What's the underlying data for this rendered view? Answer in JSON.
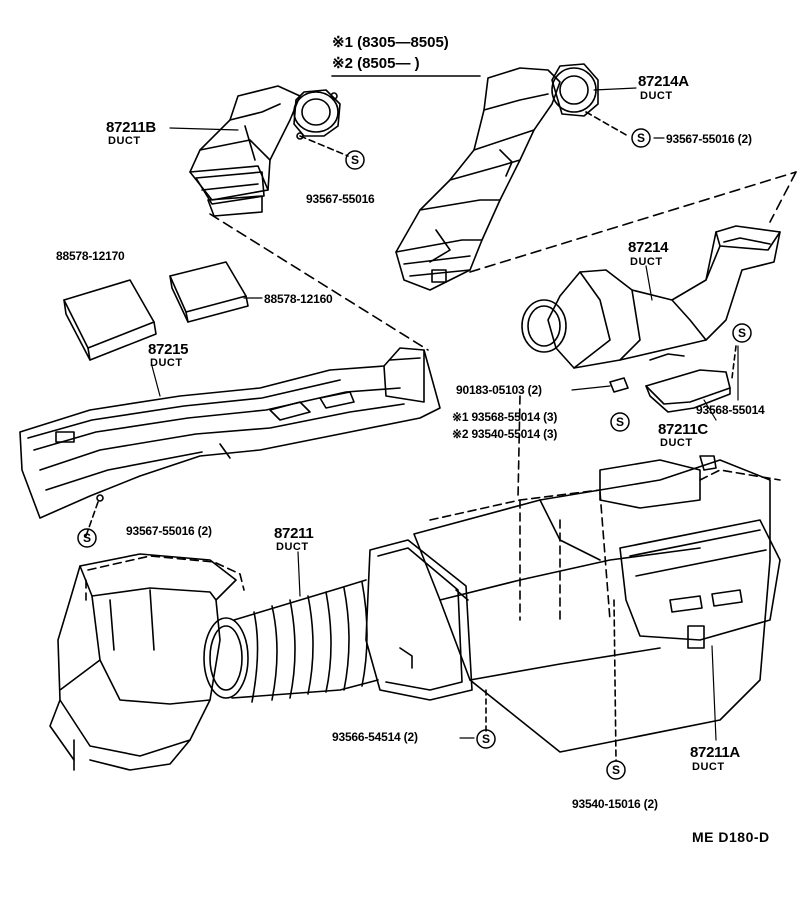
{
  "legend": {
    "line1": "※1 (8305—8505)",
    "line2": "※2 (8505—        )"
  },
  "parts": {
    "p87211B": {
      "number": "87211B",
      "name": "DUCT"
    },
    "p87214A": {
      "number": "87214A",
      "name": "DUCT"
    },
    "p87214": {
      "number": "87214",
      "name": "DUCT"
    },
    "p87215": {
      "number": "87215",
      "name": "DUCT"
    },
    "p87211": {
      "number": "87211",
      "name": "DUCT"
    },
    "p87211C": {
      "number": "87211C",
      "name": "DUCT"
    },
    "p87211A": {
      "number": "87211A",
      "name": "DUCT"
    }
  },
  "fasteners": {
    "f1": "93567-55016 (2)",
    "f2": "93567-55016",
    "f3": "88578-12170",
    "f4": "88578-12160",
    "f5": "90183-05103 (2)",
    "f6": "※1 93568-55014 (3)",
    "f7": "※2 93540-55014 (3)",
    "f8": "93568-55014",
    "f9": "93567-55016 (2)",
    "f10": "93566-54514 (2)",
    "f11": "93540-15016 (2)"
  },
  "screw_symbol": "S",
  "diagram_code": "ME  D180-D"
}
